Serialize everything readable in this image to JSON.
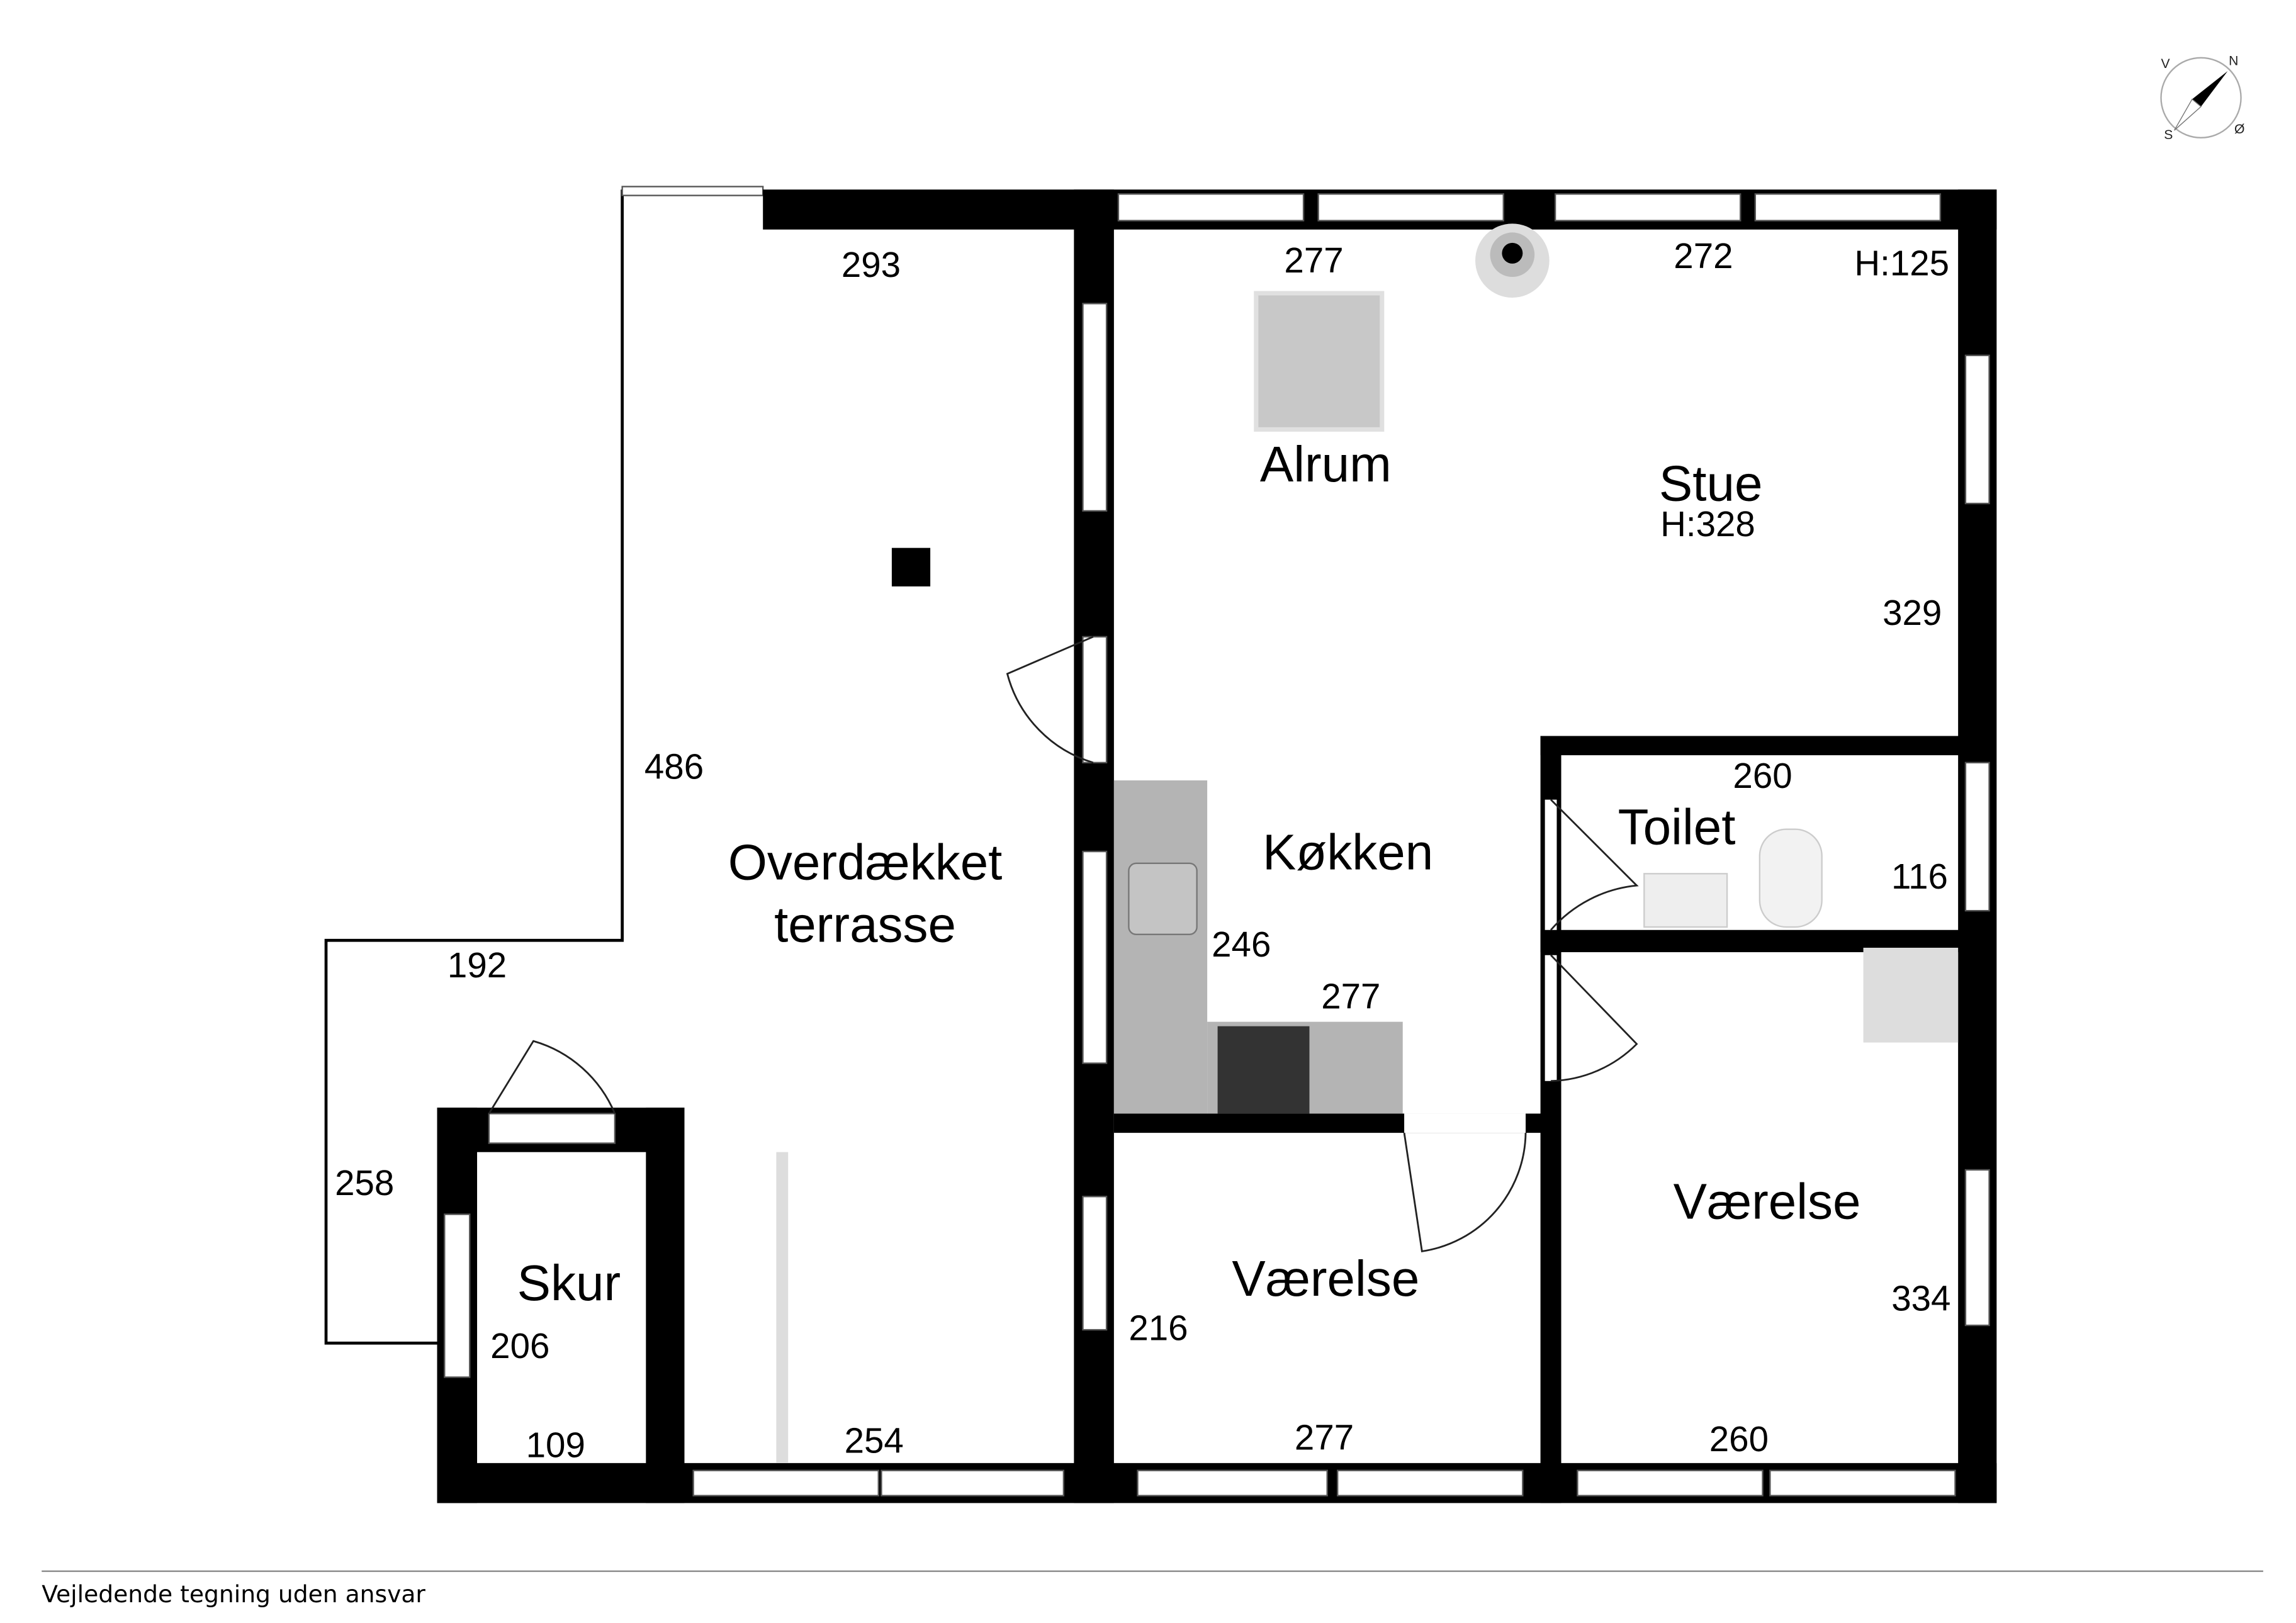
{
  "compass": {
    "n": "N",
    "s": "S",
    "e": "Ø",
    "w": "V"
  },
  "rooms": {
    "alrum": "Alrum",
    "stue": "Stue",
    "stue_height": "H:328",
    "kokken": "Køkken",
    "toilet": "Toilet",
    "terrasse_line1": "Overdækket",
    "terrasse_line2": "terrasse",
    "skur": "Skur",
    "vaerelse1": "Værelse",
    "vaerelse2": "Værelse"
  },
  "dimensions": {
    "terrace_top": "293",
    "alrum_top": "277",
    "stue_top": "272",
    "window_height": "H:125",
    "stue_right": "329",
    "terrace_left": "486",
    "toilet_top": "260",
    "toilet_right": "116",
    "kitchen_side": "246",
    "kitchen_bottom": "277",
    "terrace_step": "192",
    "terrace_outer_left": "258",
    "skur_side": "206",
    "skur_bottom": "109",
    "terrace_bottom": "254",
    "vaerelse1_side": "216",
    "vaerelse1_bottom": "277",
    "vaerelse2_right": "334",
    "vaerelse2_bottom": "260"
  },
  "footer": "Vejledende tegning uden ansvar"
}
